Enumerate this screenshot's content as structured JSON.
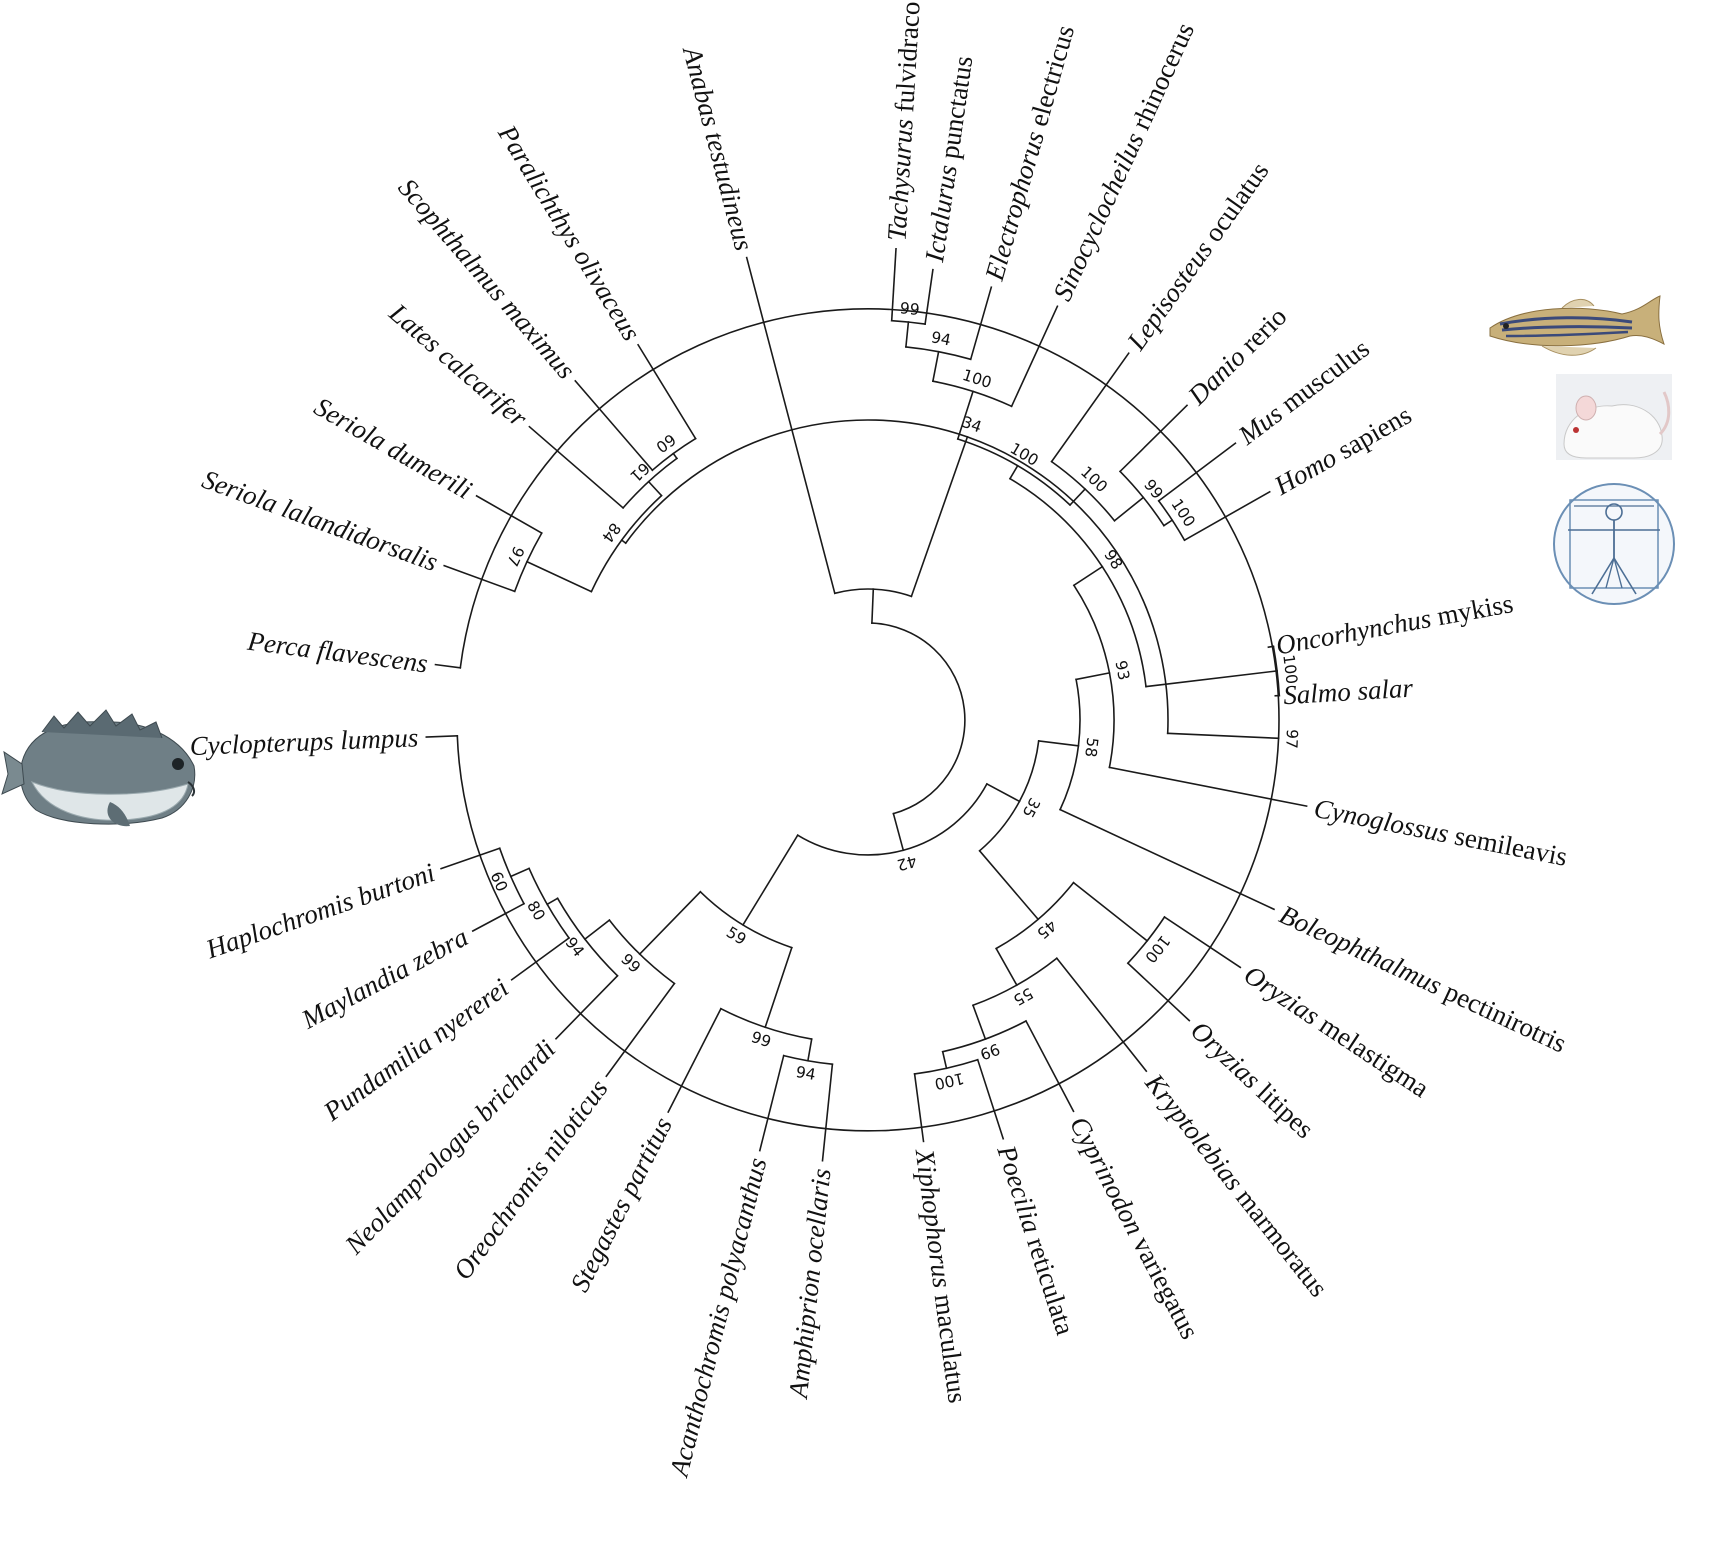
{
  "icons": {
    "zebrafish": "zebrafish-photo-icon",
    "mouse": "mouse-photo-icon",
    "human": "vitruvian-man-icon",
    "lumpfish": "lumpfish-photo-icon"
  },
  "colors": {
    "branch": "#1a1a1a",
    "label": "#111111"
  },
  "leaves": [
    {
      "id": "tachysurus",
      "genus": "Tachysurus",
      "species": "fulvidraco",
      "species_italic": false
    },
    {
      "id": "ictalurus",
      "genus": "Ictalurus",
      "species": "punctatus",
      "species_italic": false
    },
    {
      "id": "electrophorus",
      "genus": "Electrophorus",
      "species": "electricus",
      "species_italic": false
    },
    {
      "id": "sinocyclocheilus",
      "genus": "Sinocyclocheilus",
      "species": "rhinocerus",
      "species_italic": false
    },
    {
      "id": "lepisosteus",
      "genus": "Lepisosteus",
      "species": "oculatus",
      "species_italic": false
    },
    {
      "id": "danio",
      "genus": "Danio",
      "species": "rerio",
      "species_italic": false
    },
    {
      "id": "mus",
      "genus": "Mus",
      "species": "musculus",
      "species_italic": false
    },
    {
      "id": "homo",
      "genus": "Homo",
      "species": "sapiens",
      "species_italic": false
    },
    {
      "id": "oncorhynchus",
      "genus": "Oncorhynchus",
      "species": "mykiss",
      "species_italic": false
    },
    {
      "id": "salmo",
      "genus": "Salmo",
      "species": "salar",
      "species_italic": true
    },
    {
      "id": "cynoglossus",
      "genus": "Cynoglossus",
      "species": "semileavis",
      "species_italic": false
    },
    {
      "id": "boleophthalmus",
      "genus": "Boleophthalmus",
      "species": "pectinirotris",
      "species_italic": false
    },
    {
      "id": "oryzias-mel",
      "genus": "Oryzias",
      "species": "melastigma",
      "species_italic": false
    },
    {
      "id": "oryzias-lat",
      "genus": "Oryzias",
      "species": "litipes",
      "species_italic": false
    },
    {
      "id": "kryptolebias",
      "genus": "Kryptolebias",
      "species": "marmoratus",
      "species_italic": false
    },
    {
      "id": "cyprinodon",
      "genus": "Cyprinodon",
      "species": "variegatus",
      "species_italic": false
    },
    {
      "id": "poecilia",
      "genus": "Poecilia",
      "species": "reticulata",
      "species_italic": false
    },
    {
      "id": "xiphophorus",
      "genus": "Xiphophorus",
      "species": "maculatus",
      "species_italic": false
    },
    {
      "id": "amphiprion",
      "genus": "Amphiprion",
      "species": "ocellaris",
      "species_italic": true
    },
    {
      "id": "acanthochromis",
      "genus": "Acanthochromis",
      "species": "polyacanthus",
      "species_italic": true
    },
    {
      "id": "stegastes",
      "genus": "Stegastes",
      "species": "partitus",
      "species_italic": true
    },
    {
      "id": "oreochromis",
      "genus": "Oreochromis",
      "species": "niloticus",
      "species_italic": true
    },
    {
      "id": "neolamprologus",
      "genus": "Neolamprologus",
      "species": "brichardi",
      "species_italic": true
    },
    {
      "id": "pundamilia",
      "genus": "Pundamilia",
      "species": "nyererei",
      "species_italic": true
    },
    {
      "id": "maylandia",
      "genus": "Maylandia",
      "species": "zebra",
      "species_italic": true
    },
    {
      "id": "haplochromis",
      "genus": "Haplochromis",
      "species": "burtoni",
      "species_italic": true
    },
    {
      "id": "cyclopterus",
      "genus": "Cyclopterups",
      "species": "lumpus",
      "species_italic": true
    },
    {
      "id": "perca",
      "genus": "Perca",
      "species": "flavescens",
      "species_italic": true
    },
    {
      "id": "seriola-lal",
      "genus": "Seriola",
      "species": "lalandidorsalis",
      "species_italic": true
    },
    {
      "id": "seriola-dum",
      "genus": "Seriola",
      "species": "dumerili",
      "species_italic": true
    },
    {
      "id": "lates",
      "genus": "Lates",
      "species": "calcarifer",
      "species_italic": true
    },
    {
      "id": "scophthalmus",
      "genus": "Scophthalmus",
      "species": "maximus",
      "species_italic": true
    },
    {
      "id": "paralichthys",
      "genus": "Paralichthys",
      "species": "olivaceus",
      "species_italic": true
    },
    {
      "id": "anabas",
      "genus": "Anabas",
      "species": "testudineus",
      "species_italic": true
    }
  ],
  "supports": [
    {
      "id": "n-tach-ict",
      "value": "99"
    },
    {
      "id": "n-elec",
      "value": "94"
    },
    {
      "id": "n-sino",
      "value": "100"
    },
    {
      "id": "n-dan-mam",
      "value": "99"
    },
    {
      "id": "n-mus-homo",
      "value": "100"
    },
    {
      "id": "n-lepi",
      "value": "100"
    },
    {
      "id": "n-ostar",
      "value": "100"
    },
    {
      "id": "n-sal",
      "value": "100"
    },
    {
      "id": "n-sal-join",
      "value": "98"
    },
    {
      "id": "n-cyno",
      "value": "93"
    },
    {
      "id": "n-bole",
      "value": "58"
    },
    {
      "id": "n-oryz",
      "value": "100"
    },
    {
      "id": "n-xip-poe",
      "value": "100"
    },
    {
      "id": "n-cypr",
      "value": "99"
    },
    {
      "id": "n-kryp",
      "value": "55"
    },
    {
      "id": "n-atherin",
      "value": "45"
    },
    {
      "id": "n-35",
      "value": "35"
    },
    {
      "id": "n-42",
      "value": "42"
    },
    {
      "id": "n-amph-acan",
      "value": "94"
    },
    {
      "id": "n-steg",
      "value": "99"
    },
    {
      "id": "n-hap-may",
      "value": "60"
    },
    {
      "id": "n-pund",
      "value": "80"
    },
    {
      "id": "n-neol",
      "value": "94"
    },
    {
      "id": "n-oreo",
      "value": "99"
    },
    {
      "id": "n-cichl-pom",
      "value": "59"
    },
    {
      "id": "n-perca-cyc",
      "value": "97"
    },
    {
      "id": "n-seriola",
      "value": "97"
    },
    {
      "id": "n-scop-par",
      "value": "60"
    },
    {
      "id": "n-lates",
      "value": "61"
    },
    {
      "id": "n-84",
      "value": "84"
    },
    {
      "id": "n-34",
      "value": "34"
    }
  ]
}
